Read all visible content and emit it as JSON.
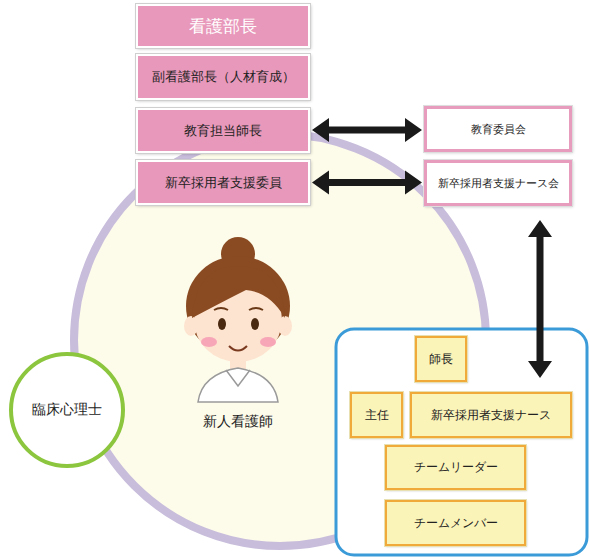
{
  "diagram": {
    "nodes": [
      {
        "text": [
          "看護部長"
        ]
      },
      {
        "text": [
          "副看護部長（人材育成）"
        ]
      },
      {
        "text": [
          "教育担当師長"
        ]
      },
      {
        "text": [
          "新卒採用者支援委員"
        ]
      },
      {
        "text": [
          "教育委員会"
        ]
      },
      {
        "text": [
          "新卒採用者支援ナース会"
        ]
      },
      {
        "text": [
          "新人看護師"
        ]
      },
      {
        "text": [
          "臨床心理士"
        ]
      },
      {
        "text": [
          "師長"
        ]
      },
      {
        "text": [
          "主任"
        ]
      },
      {
        "text": [
          "新卒採用者支援ナース"
        ]
      },
      {
        "text": [
          "チームリーダー"
        ]
      },
      {
        "text": [
          "チームメンバー"
        ]
      }
    ],
    "edges": [
      {
        "from": 2,
        "to": 4,
        "arrow": "both"
      },
      {
        "from": 3,
        "to": 5,
        "arrow": "both"
      },
      {
        "from": 5,
        "to": 10,
        "arrow": "both"
      }
    ]
  }
}
